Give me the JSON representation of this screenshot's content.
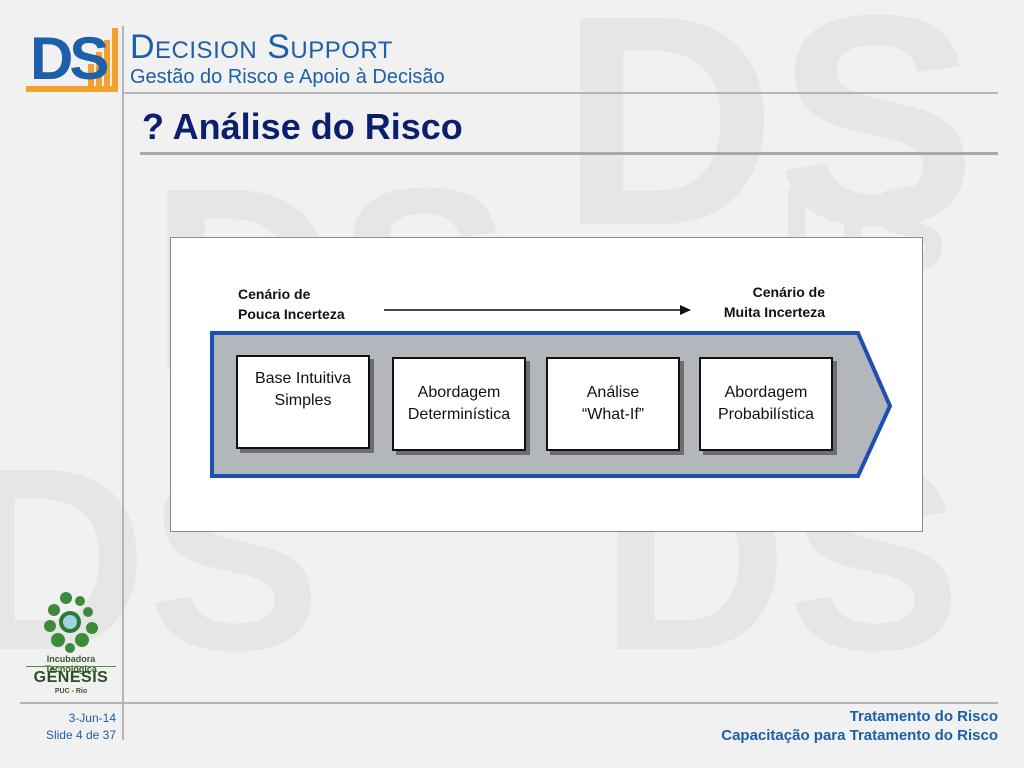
{
  "brand": {
    "logo_letters": "DS",
    "title": "Decision Support",
    "subtitle": "Gestão do Risco e Apoio à Decisão"
  },
  "page": {
    "title": "? Análise do Risco"
  },
  "diagram": {
    "scenario_left": "Cenário de\nPouca Incerteza",
    "scenario_right": "Cenário de\nMuita Incerteza",
    "steps": [
      {
        "label": "Base Intuitiva\nSimples"
      },
      {
        "label": "Abordagem\nDeterminística"
      },
      {
        "label": "Análise\n“What-If”"
      },
      {
        "label": "Abordagem\nProbabilística"
      }
    ]
  },
  "sidebar": {
    "incubator": "Incubadora Tecnológica",
    "genesis": "GÊNESIS",
    "puc": "PUC - Rio"
  },
  "footer": {
    "date": "3-Jun-14",
    "slide": "Slide 4 de 37",
    "right_line1": "Tratamento do Risco",
    "right_line2": "Capacitação para Tratamento do Risco"
  },
  "colors": {
    "brand_blue": "#1d5fa8",
    "title_navy": "#0c1f6e",
    "accent_orange": "#f2a22c",
    "chevron_fill": "#b3b6ba",
    "chevron_border": "#1e4fb3"
  }
}
